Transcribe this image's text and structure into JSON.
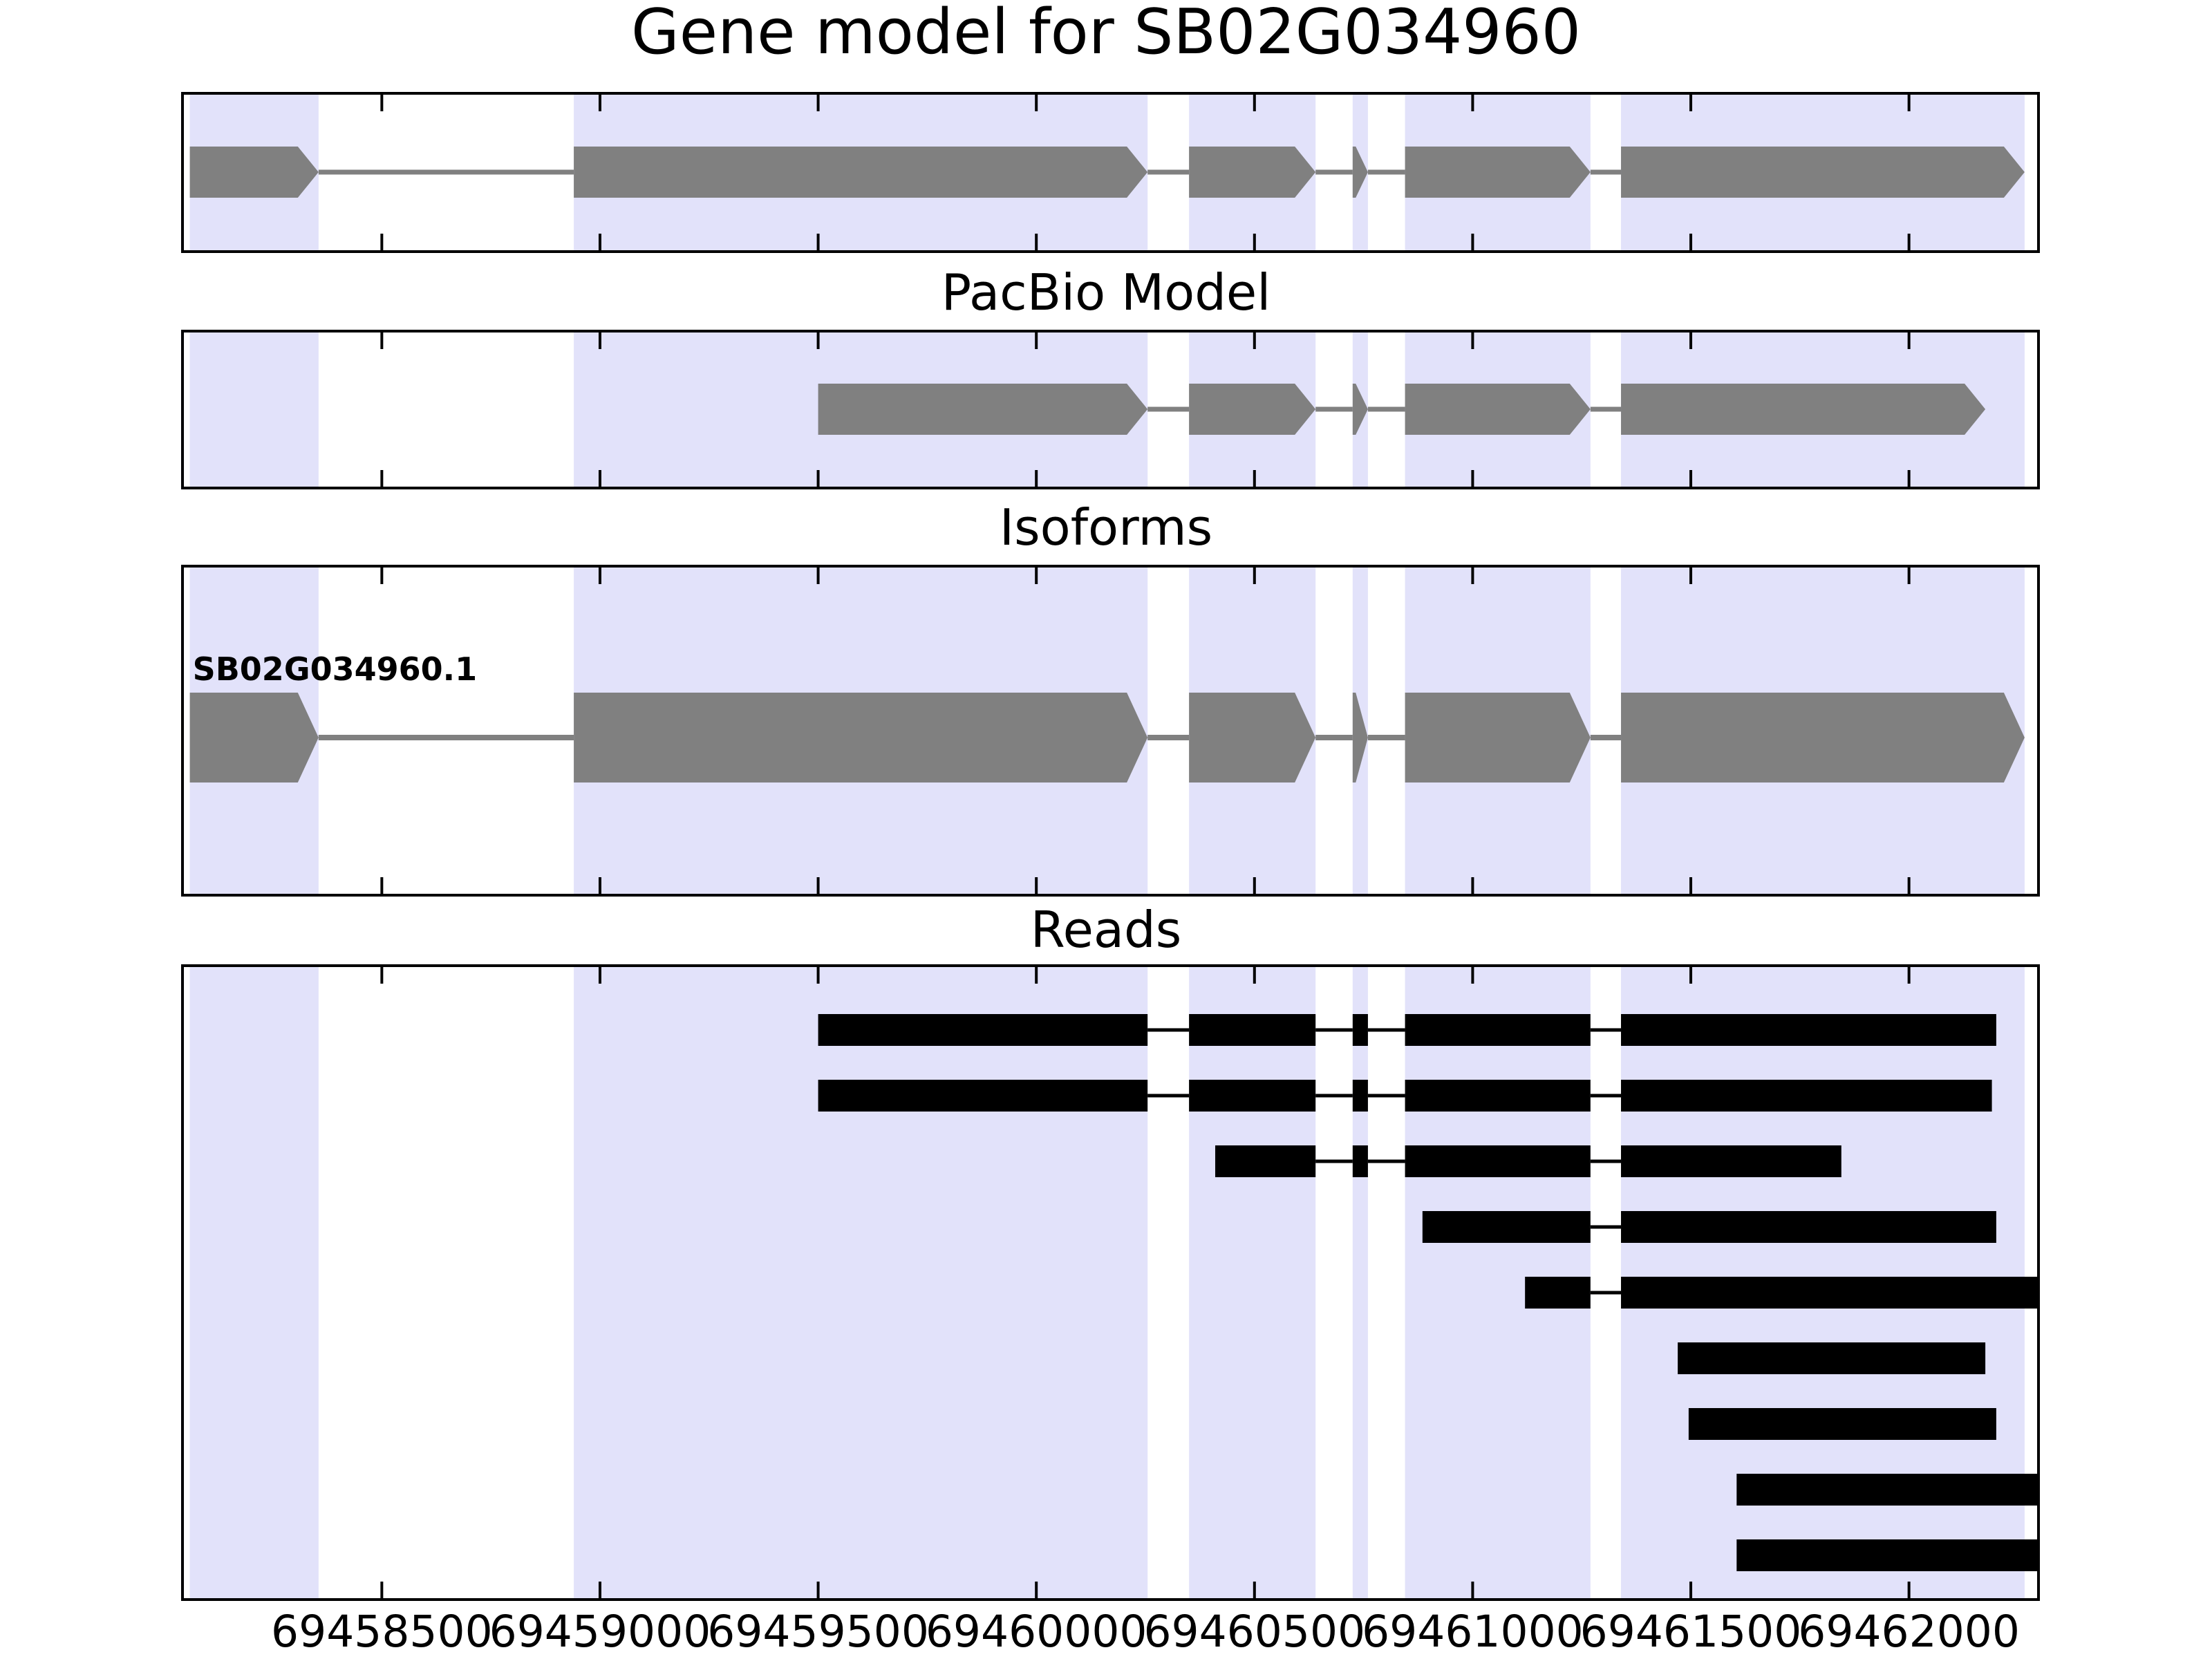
{
  "figure": {
    "main_title": "Gene model for SB02G034960"
  },
  "chart_data": {
    "type": "gene-model-tracks",
    "title": "Gene model for SB02G034960",
    "x_axis": {
      "domain": [
        69458040,
        69462300
      ],
      "ticks": [
        69458500,
        69459000,
        69459500,
        69460000,
        69460500,
        69461000,
        69461500,
        69462000
      ],
      "tick_labels": [
        "69458500",
        "69459000",
        "69459500",
        "69460000",
        "69460500",
        "69461000",
        "69461500",
        "69462000"
      ]
    },
    "highlight_regions": [
      [
        69458060,
        69458355
      ],
      [
        69458940,
        69460255
      ],
      [
        69460350,
        69460640
      ],
      [
        69460725,
        69460760
      ],
      [
        69460845,
        69461270
      ],
      [
        69461340,
        69462265
      ]
    ],
    "colors": {
      "exon_fill": "#808080",
      "read_fill": "#000000",
      "highlight": "#e2e2fa",
      "frame": "#000000",
      "background": "#ffffff",
      "text": "#000000"
    },
    "tracks": [
      {
        "id": "gene-model",
        "title": "Gene model for SB02G034960",
        "kind": "model",
        "models": [
          {
            "label": "",
            "strand": "+",
            "exons": [
              [
                69458060,
                69458355
              ],
              [
                69458940,
                69460255
              ],
              [
                69460350,
                69460640
              ],
              [
                69460725,
                69460760
              ],
              [
                69460845,
                69461270
              ],
              [
                69461340,
                69462265
              ]
            ]
          }
        ]
      },
      {
        "id": "pacbio-model",
        "title": "PacBio Model",
        "kind": "model",
        "models": [
          {
            "label": "",
            "strand": "+",
            "exons": [
              [
                69459500,
                69460255
              ],
              [
                69460350,
                69460640
              ],
              [
                69460725,
                69460760
              ],
              [
                69460845,
                69461270
              ],
              [
                69461340,
                69462175
              ]
            ]
          }
        ]
      },
      {
        "id": "isoforms",
        "title": "Isoforms",
        "kind": "model",
        "models": [
          {
            "label": "SB02G034960.1",
            "strand": "+",
            "exons": [
              [
                69458060,
                69458355
              ],
              [
                69458940,
                69460255
              ],
              [
                69460350,
                69460640
              ],
              [
                69460725,
                69460760
              ],
              [
                69460845,
                69461270
              ],
              [
                69461340,
                69462265
              ]
            ]
          }
        ]
      },
      {
        "id": "reads",
        "title": "Reads",
        "kind": "reads",
        "reads": [
          {
            "exons": [
              [
                69459500,
                69460255
              ],
              [
                69460350,
                69460640
              ],
              [
                69460725,
                69460760
              ],
              [
                69460845,
                69461270
              ],
              [
                69461340,
                69462200
              ]
            ]
          },
          {
            "exons": [
              [
                69459500,
                69460255
              ],
              [
                69460350,
                69460640
              ],
              [
                69460725,
                69460760
              ],
              [
                69460845,
                69461270
              ],
              [
                69461340,
                69462190
              ]
            ]
          },
          {
            "exons": [
              [
                69460410,
                69460640
              ],
              [
                69460725,
                69460760
              ],
              [
                69460845,
                69461270
              ],
              [
                69461340,
                69461845
              ]
            ]
          },
          {
            "exons": [
              [
                69460885,
                69461270
              ],
              [
                69461340,
                69462200
              ]
            ]
          },
          {
            "exons": [
              [
                69461120,
                69461270
              ],
              [
                69461340,
                69462300
              ]
            ]
          },
          {
            "exons": [
              [
                69461470,
                69462175
              ]
            ]
          },
          {
            "exons": [
              [
                69461495,
                69462200
              ]
            ]
          },
          {
            "exons": [
              [
                69461605,
                69462300
              ]
            ]
          },
          {
            "exons": [
              [
                69461605,
                69462300
              ]
            ]
          }
        ]
      }
    ]
  }
}
